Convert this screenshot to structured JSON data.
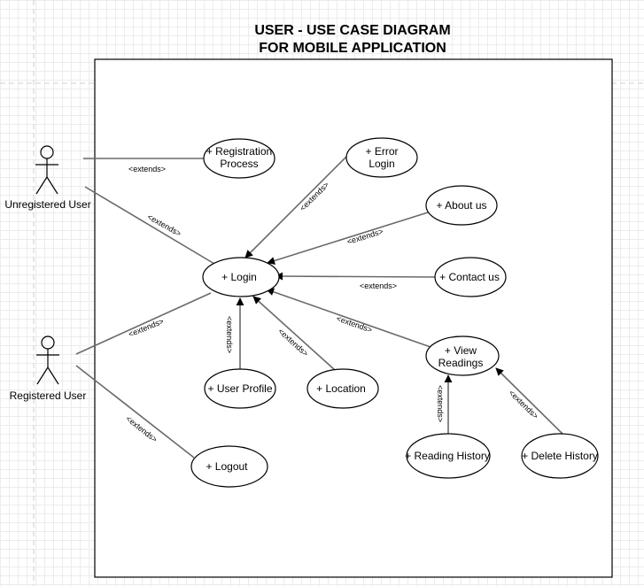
{
  "title": {
    "line1": "USER - USE CASE DIAGRAM",
    "line2": "FOR MOBILE APPLICATION"
  },
  "actors": {
    "unregistered": "Unregistered User",
    "registered": "Registered User"
  },
  "use_cases": {
    "registration": [
      "+ Registration",
      "Process"
    ],
    "error_login": [
      "+ Error",
      "Login"
    ],
    "about_us": "+ About us",
    "login": "+ Login",
    "contact_us": "+ Contact us",
    "view_readings": [
      "+ View",
      "Readings"
    ],
    "user_profile": "+ User Profile",
    "location": "+ Location",
    "logout": "+ Logout",
    "reading_history": "+  Reading History",
    "delete_history": "+ Delete History"
  },
  "relations": {
    "extends": "<extends>"
  },
  "colors": {
    "edge": "#6a6a6a",
    "grid": "#ececec",
    "stroke": "#000000"
  }
}
